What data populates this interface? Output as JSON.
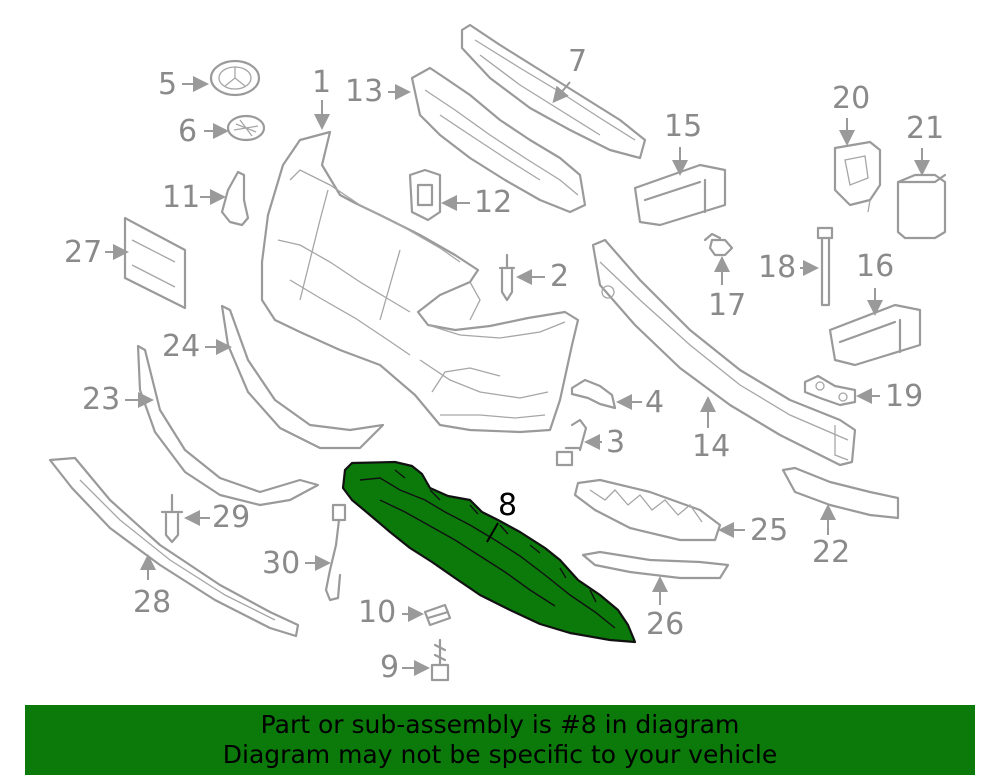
{
  "callouts": {
    "c1": "1",
    "c2": "2",
    "c3": "3",
    "c4": "4",
    "c5": "5",
    "c6": "6",
    "c7": "7",
    "c8": "8",
    "c9": "9",
    "c10": "10",
    "c11": "11",
    "c12": "12",
    "c13": "13",
    "c14": "14",
    "c15": "15",
    "c16": "16",
    "c17": "17",
    "c18": "18",
    "c19": "19",
    "c20": "20",
    "c21": "21",
    "c22": "22",
    "c23": "23",
    "c24": "24",
    "c25": "25",
    "c26": "26",
    "c27": "27",
    "c28": "28",
    "c29": "29",
    "c30": "30"
  },
  "highlight_part": "8",
  "colors": {
    "line_art": "#9a9a9a",
    "highlight_fill": "#0b7a0b",
    "banner_bg": "#0b7a0b"
  },
  "banner": {
    "line1": "Part or sub-assembly is #8 in diagram",
    "line2": "Diagram may not be specific to your vehicle"
  }
}
